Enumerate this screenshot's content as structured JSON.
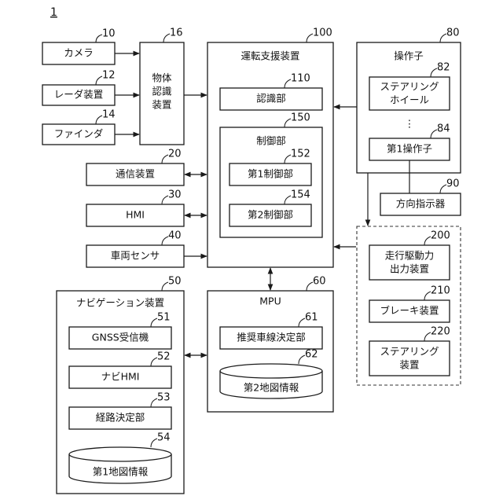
{
  "figure_label": "1",
  "blocks": {
    "camera": {
      "label": "カメラ",
      "ref": "10"
    },
    "radar": {
      "label": "レーダ装置",
      "ref": "12"
    },
    "finder": {
      "label": "ファインダ",
      "ref": "14"
    },
    "object_recognition": {
      "label_lines": [
        "物体",
        "認識",
        "装置"
      ],
      "ref": "16"
    },
    "driving_support": {
      "label": "運転支援装置",
      "ref": "100"
    },
    "recognition_unit": {
      "label": "認識部",
      "ref": "110"
    },
    "control_unit": {
      "label": "制御部",
      "ref": "150"
    },
    "control_1": {
      "label": "第1制御部",
      "ref": "152"
    },
    "control_2": {
      "label": "第2制御部",
      "ref": "154"
    },
    "comm": {
      "label": "通信装置",
      "ref": "20"
    },
    "hmi": {
      "label": "HMI",
      "ref": "30"
    },
    "vehicle_sensor": {
      "label": "車両センサ",
      "ref": "40"
    },
    "operator": {
      "label": "操作子",
      "ref": "80"
    },
    "steering_wheel": {
      "label_lines": [
        "ステアリング",
        "ホイール"
      ],
      "ref": "82"
    },
    "ellipsis": "⋮",
    "operator_1": {
      "label": "第1操作子",
      "ref": "84"
    },
    "direction_indicator": {
      "label": "方向指示器",
      "ref": "90"
    },
    "drive_force": {
      "label_lines": [
        "走行駆動力",
        "出力装置"
      ],
      "ref": "200"
    },
    "brake": {
      "label": "ブレーキ装置",
      "ref": "210"
    },
    "steering_device": {
      "label_lines": [
        "ステアリング",
        "装置"
      ],
      "ref": "220"
    },
    "navigation": {
      "label": "ナビゲーション装置",
      "ref": "50"
    },
    "gnss": {
      "label": "GNSS受信機",
      "ref": "51"
    },
    "navi_hmi": {
      "label": "ナビHMI",
      "ref": "52"
    },
    "route": {
      "label": "経路決定部",
      "ref": "53"
    },
    "map1": {
      "label": "第1地図情報",
      "ref": "54"
    },
    "mpu": {
      "label": "MPU",
      "ref": "60"
    },
    "lane_decision": {
      "label": "推奨車線決定部",
      "ref": "61"
    },
    "map2": {
      "label": "第2地図情報",
      "ref": "62"
    }
  }
}
